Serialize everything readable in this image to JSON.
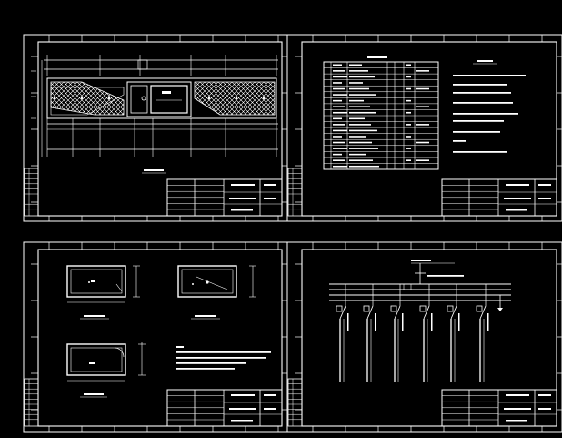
{
  "viewer": {
    "background": "#000000",
    "line_color": "#ffffff"
  },
  "sheets": [
    {
      "position": "top-left",
      "content": "plan-layout-with-hatched-areas-and-dimension-lines"
    },
    {
      "position": "top-right",
      "content": "materials-table-and-notes"
    },
    {
      "position": "bottom-left",
      "content": "three-room-plan-details"
    },
    {
      "position": "bottom-right",
      "content": "single-line-distribution-diagram"
    }
  ]
}
